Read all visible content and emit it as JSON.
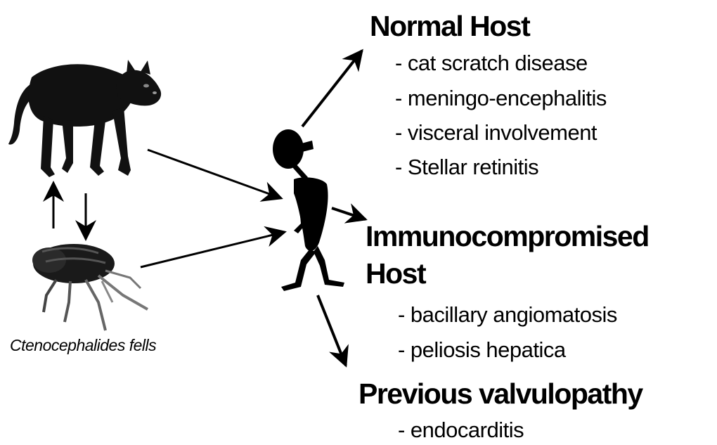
{
  "vector": {
    "caption": "Ctenocephalides fells"
  },
  "outcomes": {
    "normal": {
      "title": "Normal Host",
      "items": [
        "- cat scratch disease",
        "- meningo-encephalitis",
        "- visceral involvement",
        "- Stellar retinitis"
      ]
    },
    "immuno": {
      "title_line1": "Immunocompromised",
      "title_line2": "Host",
      "items": [
        "- bacillary angiomatosis",
        "- peliosis hepatica"
      ]
    },
    "valvulopathy": {
      "title": "Previous valvulopathy",
      "items": [
        "- endocarditis"
      ]
    }
  }
}
